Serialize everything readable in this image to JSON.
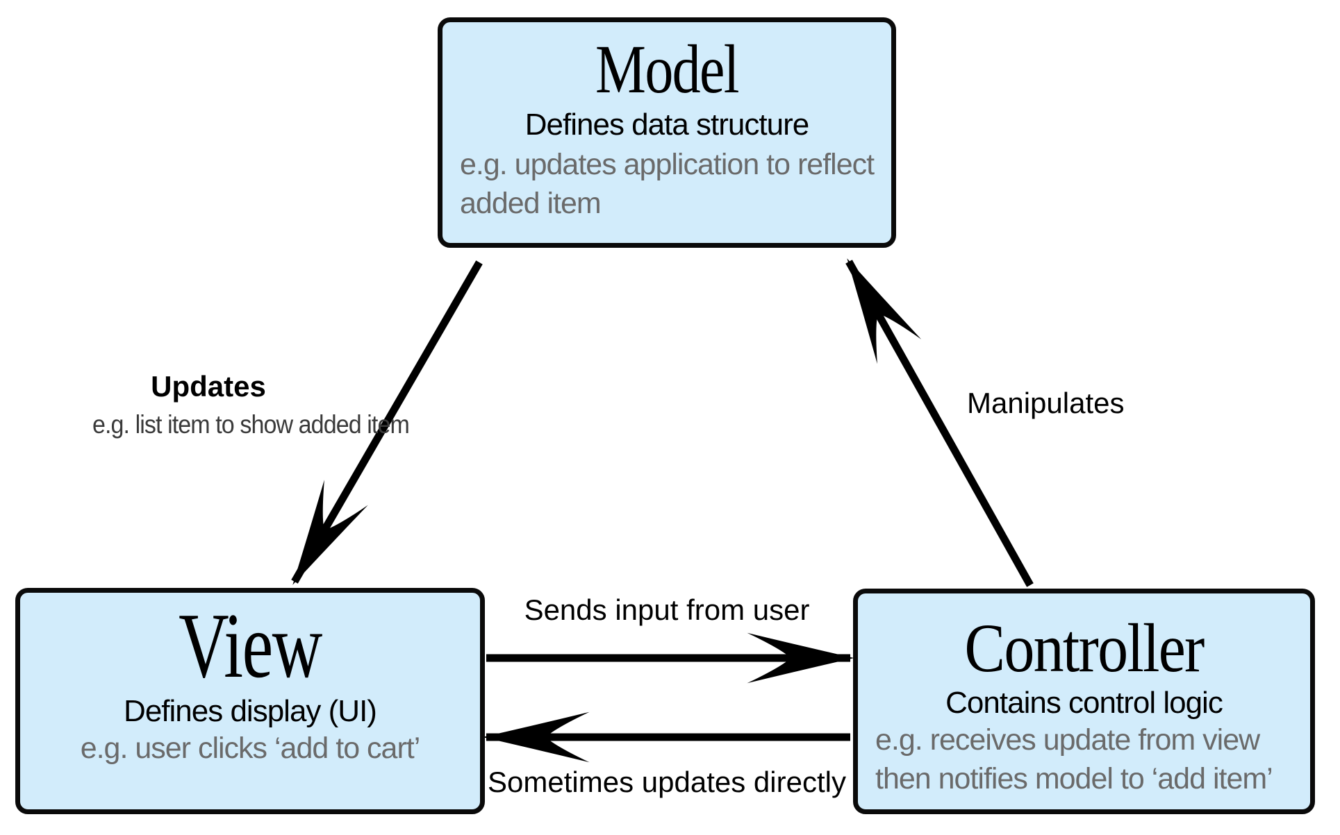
{
  "nodes": {
    "model": {
      "title": "Model",
      "subtitle": "Defines data structure",
      "example_line1": "e.g. updates application to reflect",
      "example_line2": "added item"
    },
    "view": {
      "title": "View",
      "subtitle": "Defines display (UI)",
      "example_line1": "e.g. user clicks ‘add to cart’"
    },
    "controller": {
      "title": "Controller",
      "subtitle": "Contains control logic",
      "example_line1": "e.g. receives update from view",
      "example_line2": "then notifies model to ‘add item’"
    }
  },
  "edges": {
    "updates": {
      "label": "Updates",
      "sublabel": "e.g. list item to show added item"
    },
    "manipulates": {
      "label": "Manipulates"
    },
    "sends_input": {
      "label": "Sends input from user"
    },
    "sometimes_updates": {
      "label": "Sometimes updates directly"
    }
  },
  "colors": {
    "node_fill": "#d2ecfb",
    "node_border": "#0a0a0a",
    "arrow": "#000000",
    "example_text": "#6a6a6a",
    "sublabel_text": "#3a3a3a"
  }
}
